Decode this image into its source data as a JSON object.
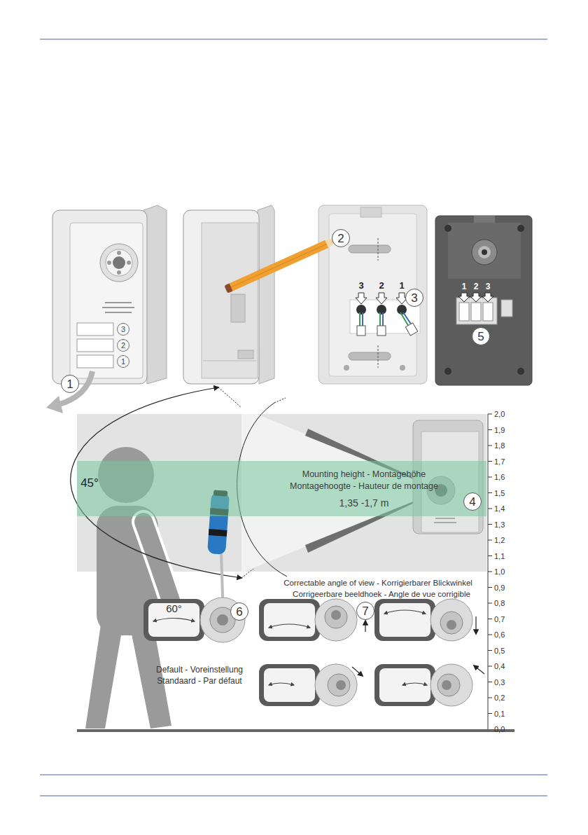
{
  "diagram": {
    "nodes": [
      {
        "text": [
          "3"
        ]
      },
      {
        "text": [
          "2"
        ]
      },
      {
        "text": [
          "1"
        ]
      },
      {
        "text": [
          "1"
        ]
      },
      {
        "text": [
          "2"
        ]
      },
      {
        "text": [
          "3"
        ]
      },
      {
        "text": [
          "5"
        ]
      },
      {
        "text": [
          "Mounting height - Montagehöhe",
          "Montagehoogte - Hauteur de montage",
          "1,35 -1,7 m"
        ]
      },
      {
        "text": [
          "4"
        ]
      },
      {
        "text": [
          "6"
        ]
      },
      {
        "text": [
          "60°"
        ]
      },
      {
        "text": [
          "7"
        ]
      }
    ],
    "labels": [
      "3",
      "2",
      "1",
      "1",
      "2",
      "3",
      "45°",
      "Correctable angle of view - Korrigierbarer Blickwinkel",
      "Corrigeerbare beeldhoek - Angle de vue corrigible",
      "Default - Voreinstellung",
      "Standaard - Par défaut",
      "2,0",
      "1,9",
      "1,8",
      "1,7",
      "1,6",
      "1,5",
      "1,4",
      "1,3",
      "1,2",
      "1,1",
      "1,0",
      "0,9",
      "0,8",
      "0,7",
      "0,6",
      "0,5",
      "0,4",
      "0,3",
      "0,2",
      "0,1",
      "0,0"
    ]
  }
}
